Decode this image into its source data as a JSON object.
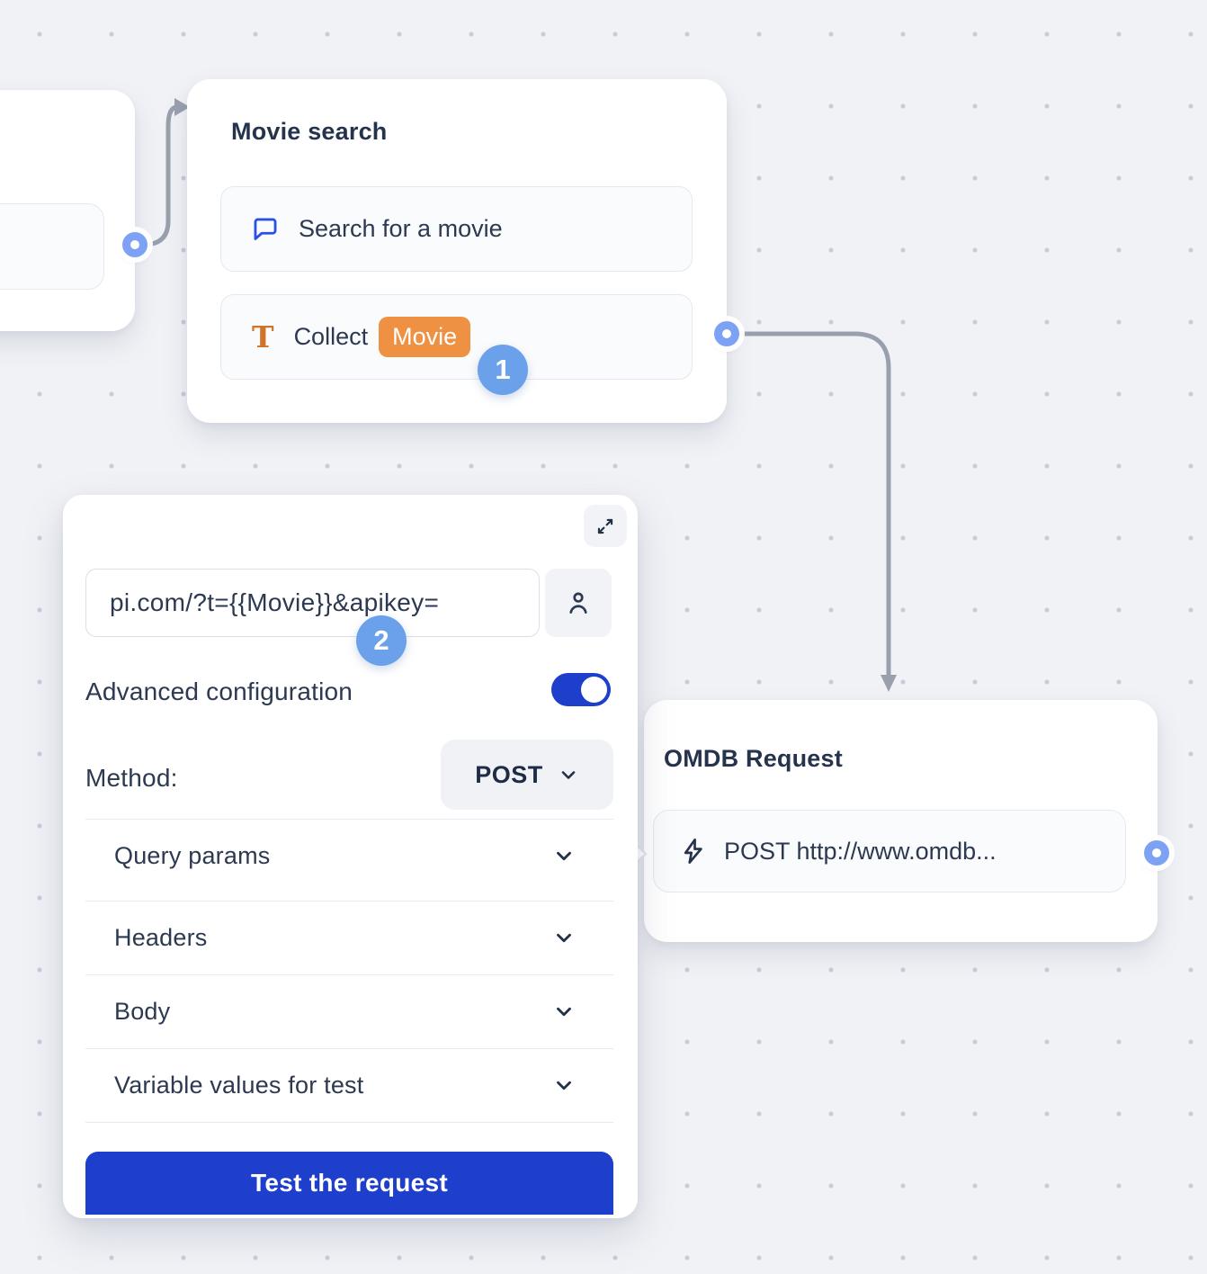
{
  "canvas": {
    "background": "#f1f2f6",
    "dot_color": "#c6ccda"
  },
  "colors": {
    "accent_blue": "#1e3ecc",
    "step_badge_blue": "#6aa1ea",
    "variable_orange": "#ee9142",
    "connector_gray": "#99a0ad",
    "port_blue": "#7da2f3",
    "title_text": "#26334d",
    "body_text": "#2c3950"
  },
  "movie_search_node": {
    "title": "Movie search",
    "items": [
      {
        "icon": "chat-bubble-icon",
        "label": "Search for a movie"
      },
      {
        "icon": "text-field-icon",
        "label": "Collect",
        "variable_badge": "Movie"
      }
    ],
    "step_badge": "1"
  },
  "config_panel": {
    "expand_icon": "expand-icon",
    "url_input": {
      "value": "pi.com/?t={{Movie}}&apikey="
    },
    "account_icon": "person-icon",
    "step_badge": "2",
    "advanced_configuration": {
      "label": "Advanced configuration",
      "enabled": true
    },
    "method": {
      "label": "Method:",
      "value": "POST"
    },
    "sections": [
      {
        "label": "Query params"
      },
      {
        "label": "Headers"
      },
      {
        "label": "Body"
      },
      {
        "label": "Variable values for test"
      }
    ],
    "test_button_label": "Test the request"
  },
  "omdb_node": {
    "title": "OMDB Request",
    "item": {
      "icon": "lightning-icon",
      "label": "POST http://www.omdb..."
    }
  }
}
